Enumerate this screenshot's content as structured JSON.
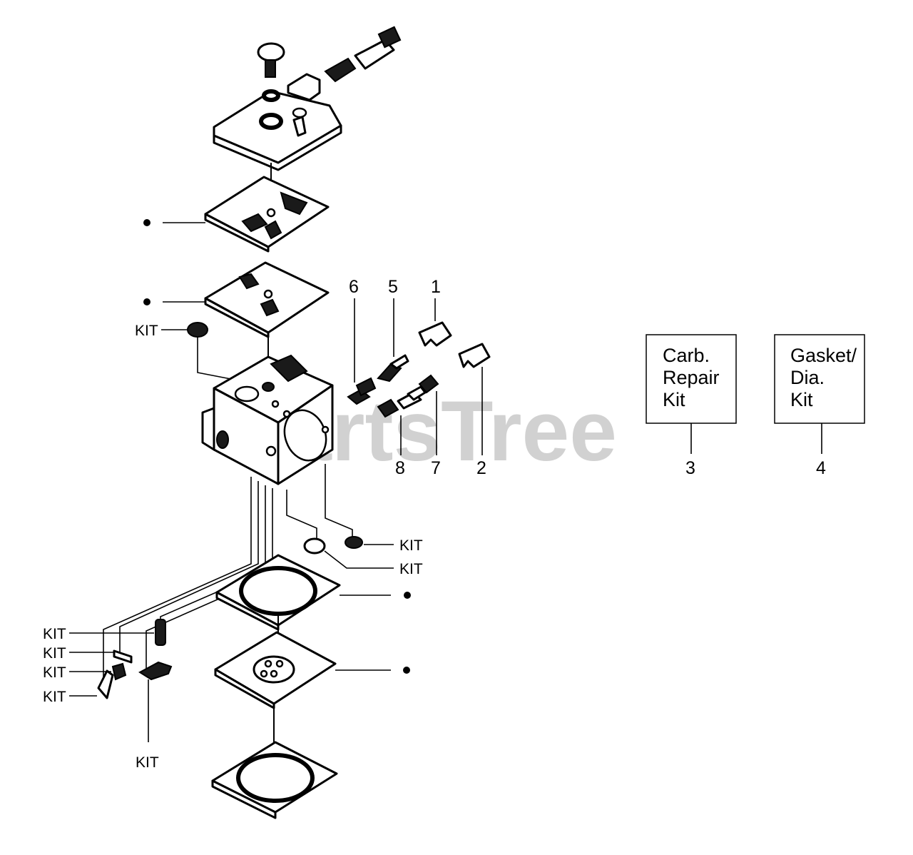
{
  "watermark": "PartsTree",
  "callouts": {
    "n1": "1",
    "n2": "2",
    "n3": "3",
    "n4": "4",
    "n5": "5",
    "n6": "6",
    "n7": "7",
    "n8": "8"
  },
  "kit_label": "KIT",
  "kit_boxes": {
    "carb_repair": {
      "line1": "Carb.",
      "line2": "Repair",
      "line3": "Kit"
    },
    "gasket_dia": {
      "line1": "Gasket/",
      "line2": "Dia.",
      "line3": "Kit"
    }
  }
}
